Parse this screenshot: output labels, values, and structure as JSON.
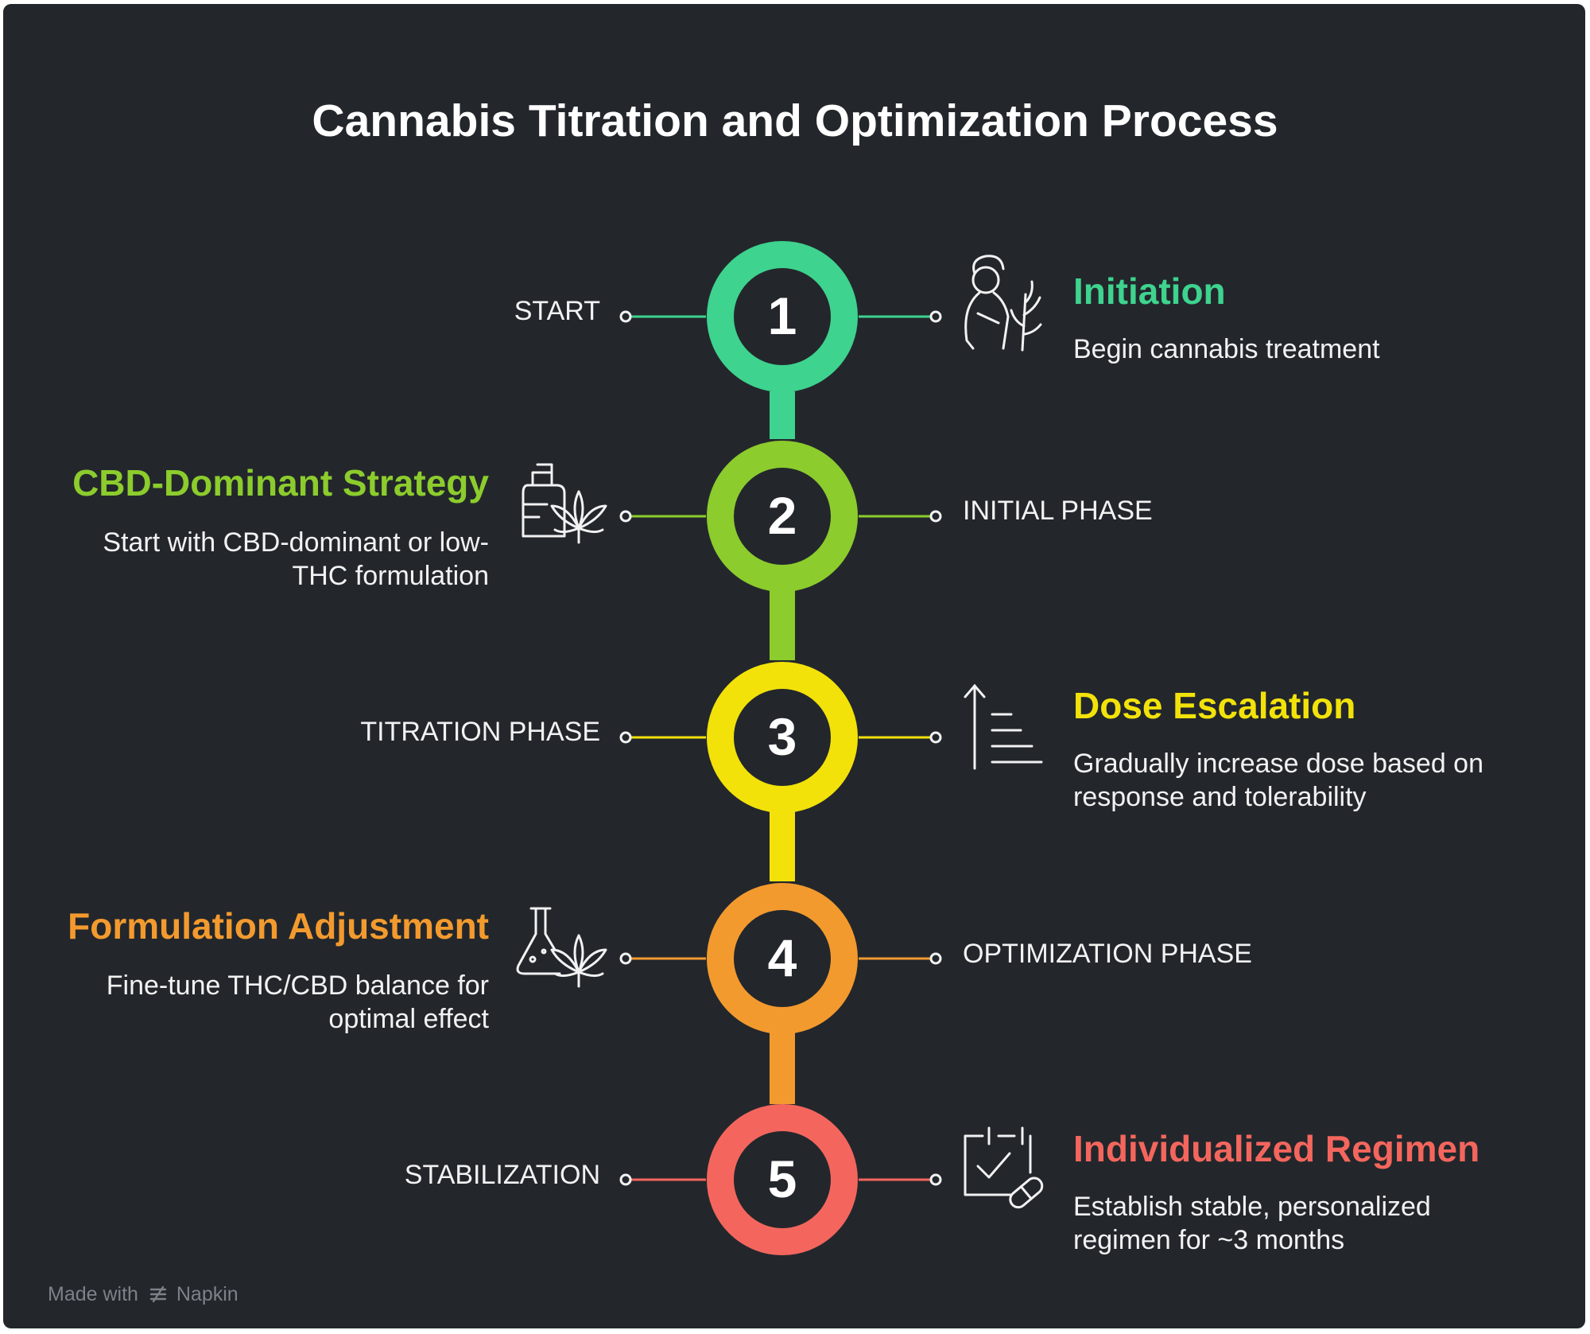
{
  "title": "Cannabis Titration and Optimization Process",
  "watermark": {
    "prefix": "Made with",
    "brand": "Napkin"
  },
  "steps": [
    {
      "number": "1",
      "color": "#3ed38e",
      "phase_label": "START",
      "heading": "Initiation",
      "description": "Begin cannabis treatment",
      "icon": "person-plant-icon"
    },
    {
      "number": "2",
      "color": "#8ccc2c",
      "phase_label": "INITIAL PHASE",
      "heading": "CBD-Dominant Strategy",
      "description_lines": [
        "Start with CBD-dominant or low-",
        "THC formulation"
      ],
      "icon": "dropper-bottle-cannabis-icon"
    },
    {
      "number": "3",
      "color": "#f2e20a",
      "phase_label": "TITRATION PHASE",
      "heading": "Dose Escalation",
      "description_lines": [
        "Gradually increase dose based on",
        "response and tolerability"
      ],
      "icon": "ascending-bars-icon"
    },
    {
      "number": "4",
      "color": "#f39a2e",
      "phase_label": "OPTIMIZATION PHASE",
      "heading": "Formulation Adjustment",
      "description_lines": [
        "Fine-tune THC/CBD balance for",
        "optimal effect"
      ],
      "icon": "flask-cannabis-icon"
    },
    {
      "number": "5",
      "color": "#f4665d",
      "phase_label": "STABILIZATION",
      "heading": "Individualized Regimen",
      "description_lines": [
        "Establish stable, personalized",
        "regimen for ~3 months"
      ],
      "icon": "calendar-pill-icon"
    }
  ]
}
